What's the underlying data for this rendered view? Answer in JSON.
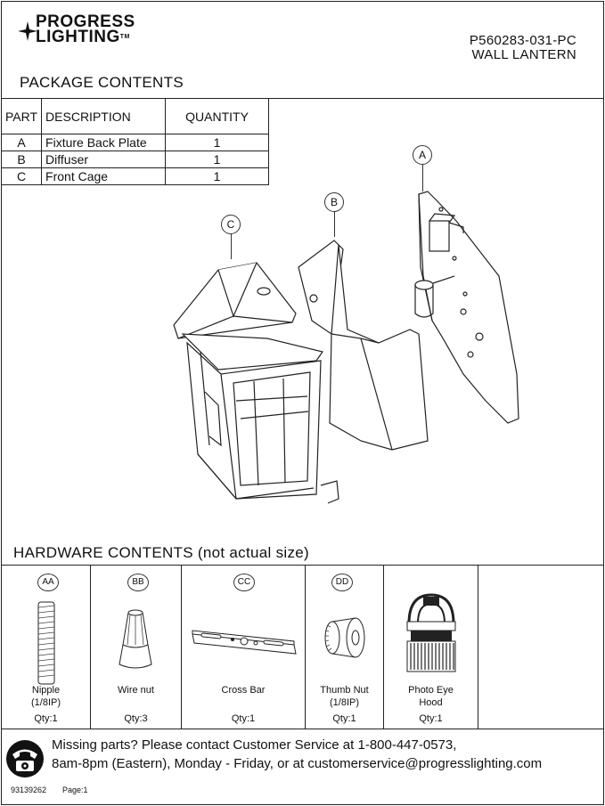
{
  "brand": {
    "line1": "PROGRESS",
    "line2": "LIGHTING",
    "tm": "TM"
  },
  "model": {
    "number": "P560283-031-PC",
    "name": "WALL LANTERN"
  },
  "package": {
    "title": "PACKAGE CONTENTS",
    "headers": {
      "part": "PART",
      "description": "DESCRIPTION",
      "quantity": "QUANTITY"
    },
    "rows": [
      {
        "part": "A",
        "description": "Fixture Back Plate",
        "quantity": "1"
      },
      {
        "part": "B",
        "description": "Diffuser",
        "quantity": "1"
      },
      {
        "part": "C",
        "description": "Front Cage",
        "quantity": "1"
      }
    ],
    "callouts": {
      "a": "A",
      "b": "B",
      "c": "C"
    }
  },
  "hardware": {
    "title": "HARDWARE CONTENTS (not actual size)",
    "items": [
      {
        "code": "AA",
        "name": "Nipple",
        "spec": "(1/8IP)",
        "qty": "Qty:1"
      },
      {
        "code": "BB",
        "name": "Wire nut",
        "spec": "",
        "qty": "Qty:3"
      },
      {
        "code": "CC",
        "name": "Cross Bar",
        "spec": "",
        "qty": "Qty:1"
      },
      {
        "code": "DD",
        "name": "Thumb Nut",
        "spec": "(1/8IP)",
        "qty": "Qty:1"
      },
      {
        "code": "",
        "name": "Photo Eye",
        "spec": "Hood",
        "qty": "Qty:1"
      }
    ]
  },
  "contact": {
    "line1": "Missing parts? Please contact Customer Service at 1-800-447-0573,",
    "line2": "8am-8pm (Eastern), Monday - Friday,  or at customerservice@progresslighting.com"
  },
  "footer": {
    "doc_number": "93139262",
    "page": "Page:1"
  }
}
